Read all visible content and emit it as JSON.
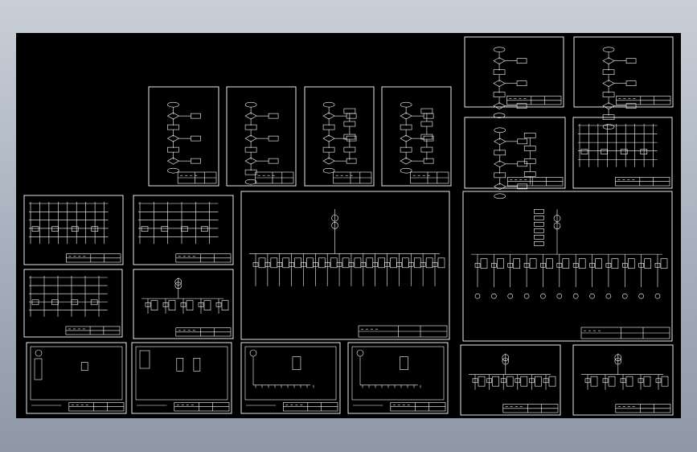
{
  "viewer": {
    "background_top": "#c9cfd8",
    "background_bottom": "#8e98a6",
    "canvas_color": "#000000",
    "line_color": "#ffffff"
  },
  "sheets": [
    {
      "kind": "flowchart",
      "icon": "flowchart-icon"
    },
    {
      "kind": "schematic",
      "icon": "wiring-icon"
    },
    {
      "kind": "single-line-diagram",
      "icon": "busbar-icon"
    },
    {
      "kind": "cabinet-layout",
      "icon": "panel-icon"
    }
  ]
}
